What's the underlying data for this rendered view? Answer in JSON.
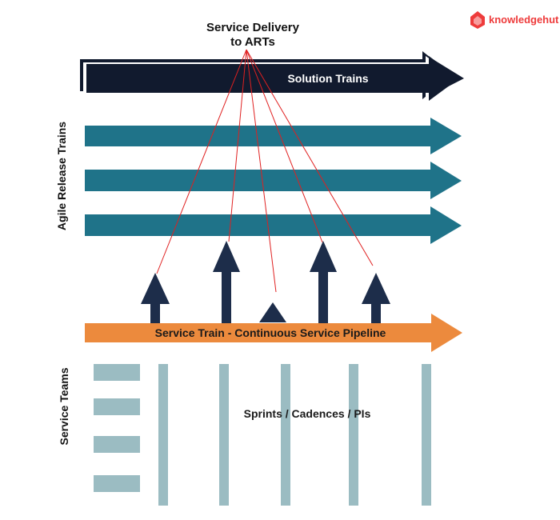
{
  "brand": {
    "name": "knowledgehut",
    "color": "#ee3b3b"
  },
  "title": {
    "line1": "Service Delivery",
    "line2": "to ARTs"
  },
  "solution_trains": {
    "label": "Solution Trains",
    "color": "#111a2e"
  },
  "agile_release_trains": {
    "label": "Agile Release Trains",
    "color": "#1f7389",
    "count": 3
  },
  "service_train": {
    "label": "Service Train - Continuous Service Pipeline",
    "color": "#ec8a3d"
  },
  "service_teams": {
    "label": "Service Teams",
    "color": "#9bbcc2"
  },
  "sprints": {
    "label": "Sprints / Cadences / PIs"
  },
  "delivery_lines": {
    "color": "#e02020"
  },
  "up_arrows": {
    "color": "#1d2d4a"
  },
  "labels": {
    "service_delivery_1": "Service Delivery",
    "service_delivery_2": "to ARTs"
  }
}
